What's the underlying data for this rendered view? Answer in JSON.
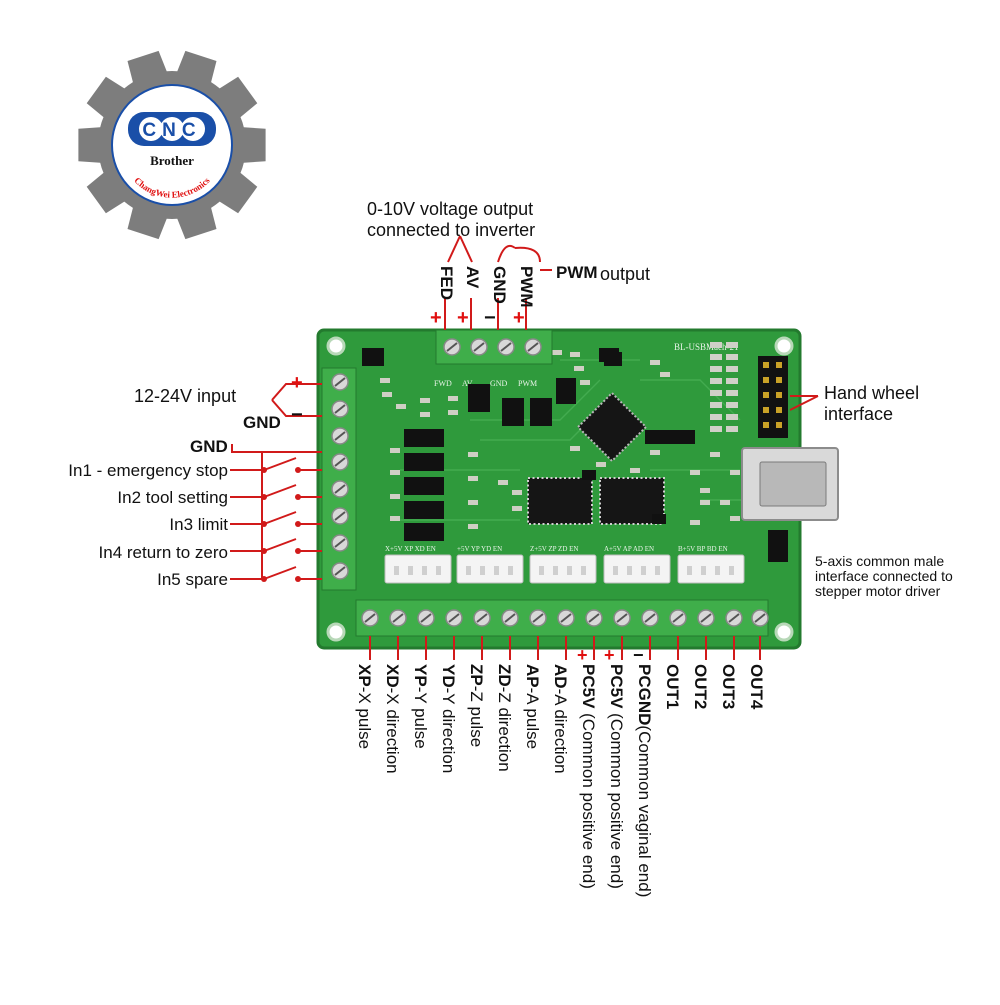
{
  "logo": {
    "initials": "CNC",
    "name": "Brother",
    "tagline": "ChangWei Electronics"
  },
  "board": {
    "model_text": "BL-USBMach-21",
    "top_pin_labels": [
      "FWD",
      "AV",
      "GND",
      "PWM"
    ],
    "driver_headers": [
      "X+5V XP XD EN",
      "+5V YP YD EN",
      "Z+5V ZP ZD EN",
      "A+5V AP AD EN",
      "B+5V BP BD EN"
    ]
  },
  "top_labels": {
    "voltage_output": [
      "0-10V voltage output",
      "connected to inverter"
    ],
    "pins": [
      "FED",
      "AV",
      "GND",
      "PWM"
    ],
    "pwm_output": "output",
    "signs": [
      "+",
      "+",
      "−",
      "+"
    ]
  },
  "left_labels": {
    "power_input": "12-24V input",
    "gnd_power": "GND",
    "gnd_inputs": "GND",
    "inputs": [
      "In1 - emergency stop",
      "In2 tool setting",
      "In3 limit",
      "In4 return to zero",
      "In5 spare"
    ],
    "plus": "+",
    "minus": "−"
  },
  "right_labels": {
    "hand_wheel": [
      "Hand wheel",
      "interface"
    ],
    "stepper": [
      "5-axis common male",
      "interface connected to",
      "stepper motor driver"
    ]
  },
  "bottom_labels": {
    "pins": [
      {
        "key": "XP",
        "desc": "-X pulse"
      },
      {
        "key": "XD",
        "desc": "-X direction"
      },
      {
        "key": "YP",
        "desc": "-Y pulse"
      },
      {
        "key": "YD",
        "desc": "-Y direction"
      },
      {
        "key": "ZP",
        "desc": "-Z pulse"
      },
      {
        "key": "ZD",
        "desc": "-Z direction"
      },
      {
        "key": "AP",
        "desc": "-A pulse"
      },
      {
        "key": "AD",
        "desc": "-A direction"
      },
      {
        "key": "PC5V",
        "desc": " (Common positive end)"
      },
      {
        "key": "PC5V",
        "desc": " (Common positive end)"
      },
      {
        "key": "PCGND",
        "desc": "(Common vaginal end)"
      },
      {
        "key": "OUT1",
        "desc": ""
      },
      {
        "key": "OUT2",
        "desc": ""
      },
      {
        "key": "OUT3",
        "desc": ""
      },
      {
        "key": "OUT4",
        "desc": ""
      }
    ],
    "signs": [
      "+",
      "+",
      "−"
    ]
  },
  "colors": {
    "pcb": "#2f9a3c",
    "pcb_dark": "#237a2e",
    "terminal": "#3fae4a",
    "wire": "#d11a1a",
    "gear": "#7d7d7d",
    "logo_blue": "#1a4fa8"
  }
}
